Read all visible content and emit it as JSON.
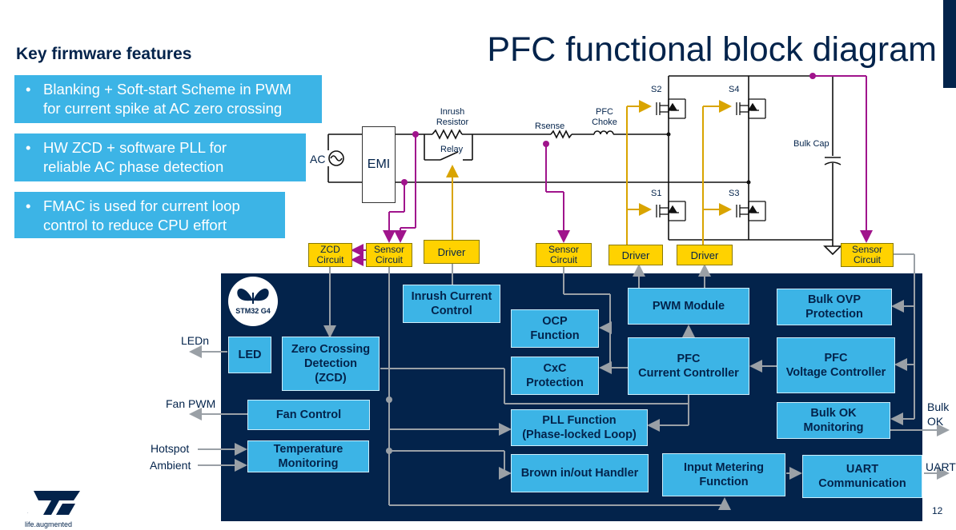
{
  "title": "PFC functional block diagram",
  "features": {
    "heading": "Key firmware features",
    "items": [
      {
        "line1": "Blanking + Soft-start Scheme in PWM",
        "line2": "for current spike at AC zero crossing"
      },
      {
        "line1": "HW ZCD + software PLL for",
        "line2": "reliable AC phase detection"
      },
      {
        "line1": "FMAC is used for current loop",
        "line2": "control to reduce CPU effort"
      }
    ]
  },
  "circuit": {
    "ac": "AC",
    "emi": "EMI",
    "inrush_resistor": "Inrush\nResistor",
    "relay": "Relay",
    "rsense": "Rsense",
    "pfc_choke": "PFC\nChoke",
    "s1": "S1",
    "s2": "S2",
    "s3": "S3",
    "s4": "S4",
    "bulk_cap": "Bulk Cap"
  },
  "interface_boxes": {
    "zcd_circuit": "ZCD\nCircuit",
    "sensor_circuit_1": "Sensor\nCircuit",
    "driver_relay": "Driver",
    "sensor_circuit_2": "Sensor\nCircuit",
    "driver_1": "Driver",
    "driver_2": "Driver",
    "sensor_circuit_3": "Sensor\nCircuit"
  },
  "mcu": {
    "logo_line1": "STM32",
    "logo_line2": "G4",
    "blocks": {
      "inrush_control": "Inrush Current\nControl",
      "pwm_module": "PWM Module",
      "bulk_ovp": "Bulk OVP\nProtection",
      "ocp": "OCP\nFunction",
      "cxc": "CxC\nProtection",
      "pfc_current": "PFC\nCurrent Controller",
      "pfc_voltage": "PFC\nVoltage Controller",
      "led": "LED",
      "zcd": "Zero Crossing\nDetection\n(ZCD)",
      "fan_control": "Fan Control",
      "pll": "PLL Function\n(Phase-locked Loop)",
      "bulk_ok": "Bulk OK\nMonitoring",
      "temp": "Temperature\nMonitoring",
      "brown": "Brown in/out Handler",
      "input_metering": "Input Metering\nFunction",
      "uart": "UART\nCommunication"
    }
  },
  "external": {
    "ledn": "LEDn",
    "fan_pwm": "Fan PWM",
    "hotspot": "Hotspot",
    "ambient": "Ambient",
    "bulk_ok": "Bulk\nOK",
    "uart": "UART"
  },
  "footer": {
    "logo_text": "ST",
    "tagline": "life.augmented",
    "page_number": "12"
  },
  "colors": {
    "navy": "#03234b",
    "block_blue": "#3cb4e6",
    "yellow": "#ffd200",
    "purple": "#a0148c",
    "gold": "#d9a400",
    "gray": "#9aa0a6"
  }
}
